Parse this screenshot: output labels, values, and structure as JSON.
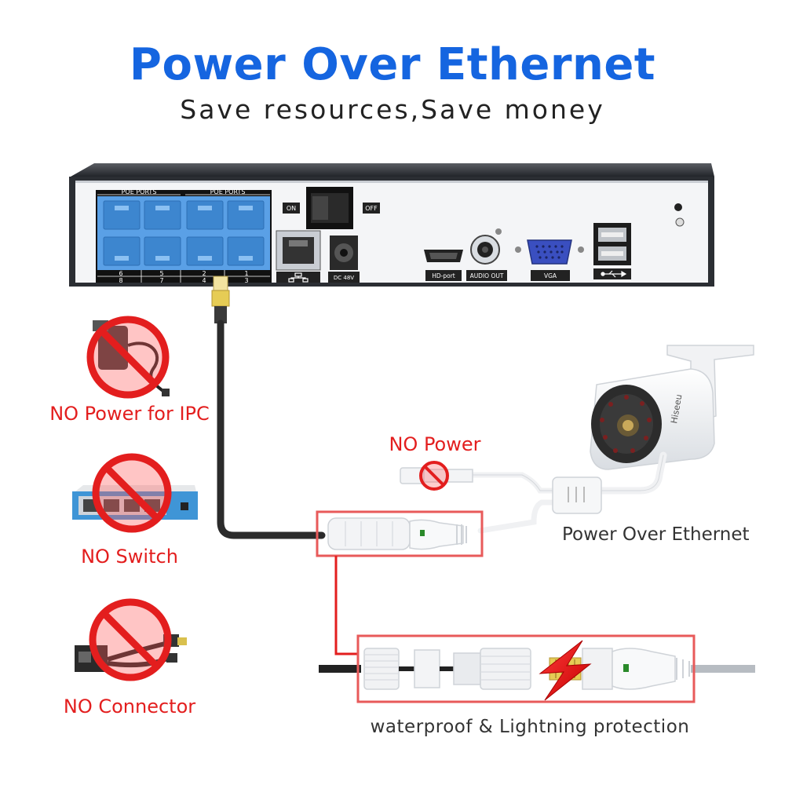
{
  "header": {
    "title": "Power Over Ethernet",
    "subtitle": "Save resources,Save money"
  },
  "nvr": {
    "poe_group_label_left": "POE PORTS",
    "poe_group_label_right": "POE PORTS",
    "port_numbers_top": [
      "6",
      "5",
      "2",
      "1"
    ],
    "port_numbers_bottom": [
      "8",
      "7",
      "4",
      "3"
    ],
    "switch_on_label": "ON",
    "switch_off_label": "OFF",
    "dc_label": "DC 48V",
    "hdmi_label": "HD-port",
    "audio_label": "AUDIO OUT",
    "vga_label": "VGA"
  },
  "no_items": [
    {
      "label": "NO Power for IPC",
      "icon": "power-adapter-icon"
    },
    {
      "label": "NO Switch",
      "icon": "network-switch-icon"
    },
    {
      "label": "NO Connector",
      "icon": "poe-splitter-icon"
    }
  ],
  "camera": {
    "brand": "Hiseeu",
    "no_power_label": "NO Power",
    "poe_label": "Power Over Ethernet"
  },
  "bottom": {
    "caption": "waterproof & Lightning protection"
  },
  "colors": {
    "title_blue": "#1565e0",
    "alert_red": "#e31e1e",
    "poe_port_blue": "#5aa0e6"
  }
}
